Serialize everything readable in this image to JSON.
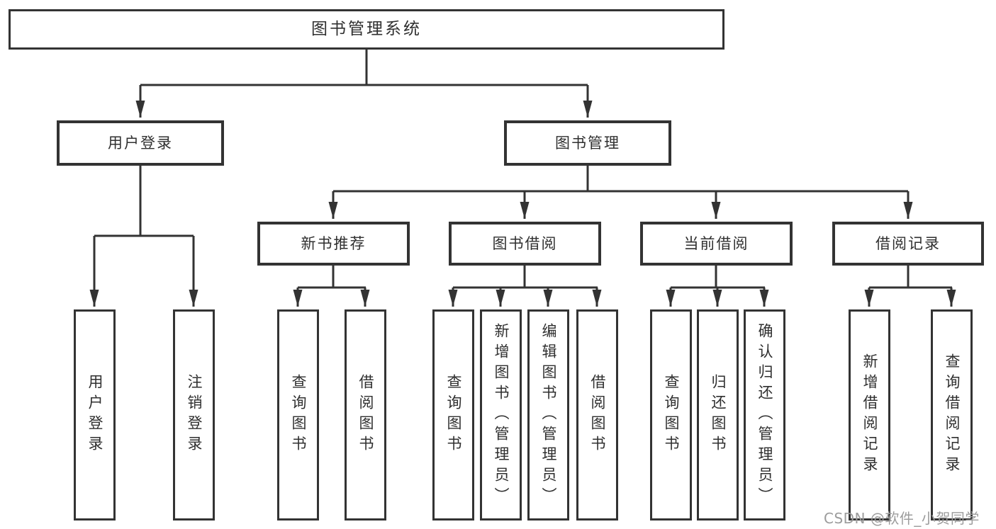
{
  "watermark": "CSDN @软件_小贺同学",
  "colors": {
    "line": "#333333",
    "box_border": "#333333",
    "text": "#2f2f2f",
    "background": "#ffffff",
    "watermark": "#9c9c9c"
  },
  "tree": {
    "label": "图书管理系统",
    "children": [
      {
        "label": "用户登录",
        "children": [
          {
            "label": "用户登录"
          },
          {
            "label": "注销登录"
          }
        ]
      },
      {
        "label": "图书管理",
        "children": [
          {
            "label": "新书推荐",
            "children": [
              {
                "label": "查询图书"
              },
              {
                "label": "借阅图书"
              }
            ]
          },
          {
            "label": "图书借阅",
            "children": [
              {
                "label": "查询图书"
              },
              {
                "label": "新增图书（管理员）"
              },
              {
                "label": "编辑图书（管理员）"
              },
              {
                "label": "借阅图书"
              }
            ]
          },
          {
            "label": "当前借阅",
            "children": [
              {
                "label": "查询图书"
              },
              {
                "label": "归还图书"
              },
              {
                "label": "确认归还（管理员）"
              }
            ]
          },
          {
            "label": "借阅记录",
            "children": [
              {
                "label": "新增借阅记录"
              },
              {
                "label": "查询借阅记录"
              }
            ]
          }
        ]
      }
    ]
  }
}
